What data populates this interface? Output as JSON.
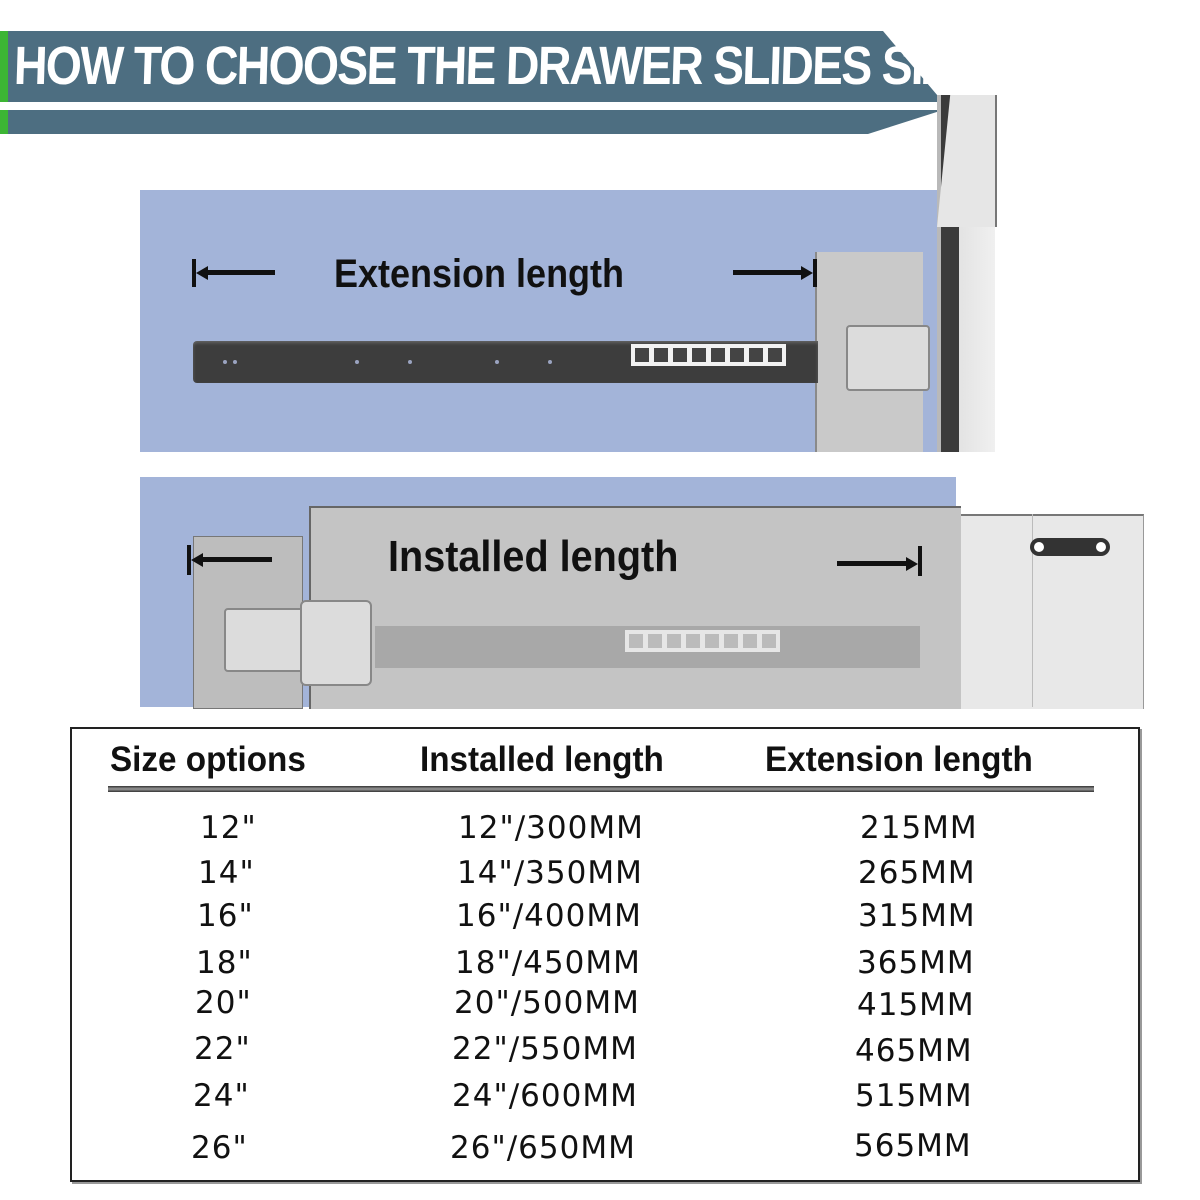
{
  "title": "HOW TO CHOOSE THE DRAWER SLIDES SIZE",
  "colors": {
    "banner": "#4d6e81",
    "accent_green": "#3cb534",
    "panel_blue": "#a3b4d9",
    "text": "#111111"
  },
  "diagram_extension": {
    "label": "Extension length",
    "left_arrow_icon": "arrow-left-to-bar",
    "right_arrow_icon": "arrow-right-to-bar"
  },
  "diagram_installed": {
    "label": "Installed length",
    "left_arrow_icon": "arrow-left-to-bar",
    "right_arrow_icon": "arrow-right-to-bar"
  },
  "table": {
    "headers": [
      "Size options",
      "Installed length",
      "Extension length"
    ],
    "rows": [
      [
        "12\"",
        "12\"/300MM",
        "215MM"
      ],
      [
        "14\"",
        "14\"/350MM",
        "265MM"
      ],
      [
        "16\"",
        "16\"/400MM",
        "315MM"
      ],
      [
        "18\"",
        "18\"/450MM",
        "365MM"
      ],
      [
        "20\"",
        "20\"/500MM",
        "415MM"
      ],
      [
        "22\"",
        "22\"/550MM",
        "465MM"
      ],
      [
        "24\"",
        "24\"/600MM",
        "515MM"
      ],
      [
        "26\"",
        "26\"/650MM",
        "565MM"
      ]
    ]
  }
}
